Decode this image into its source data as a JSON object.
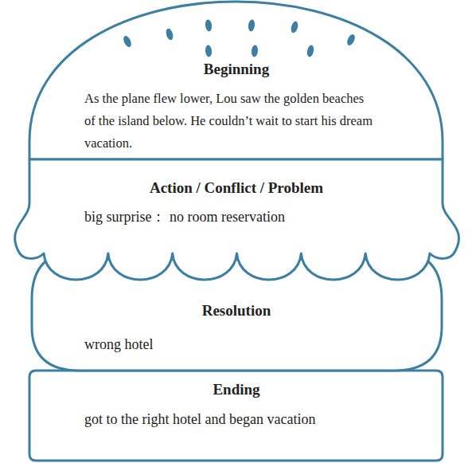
{
  "diagram": {
    "nodes": [
      {
        "text": [
          "Beginning",
          "As the plane flew lower, Lou saw the golden beaches of the island below. He couldn’t wait to start his dream vacation."
        ]
      },
      {
        "text": [
          "Action / Conflict / Problem",
          "big surprise： no room reservation"
        ]
      },
      {
        "text": [
          "Resolution",
          "wrong hotel"
        ]
      },
      {
        "text": [
          "Ending",
          "got to the right hotel and began vacation"
        ]
      }
    ]
  }
}
